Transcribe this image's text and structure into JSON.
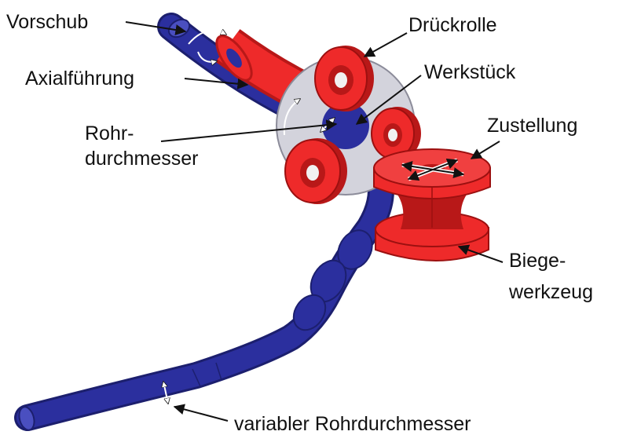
{
  "labels": {
    "vorschub": "Vorschub",
    "axialfuehrung": "Axialführung",
    "rohr_line1": "Rohr-",
    "rohr_line2": "durchmesser",
    "drueckrolle": "Drückrolle",
    "werkstueck": "Werkstück",
    "zustellung": "Zustellung",
    "biege_line1": "Biege-",
    "biege_line2": "werkzeug",
    "variabler": "variabler Rohrdurchmesser"
  },
  "colors": {
    "tube": "#2b2f9e",
    "tube_dark": "#1c1f6e",
    "tool_red": "#ee2a2a",
    "tool_red_dark": "#b81818",
    "bearing_grey": "#d3d3dc",
    "arrow": "#111111",
    "background": "#ffffff"
  }
}
